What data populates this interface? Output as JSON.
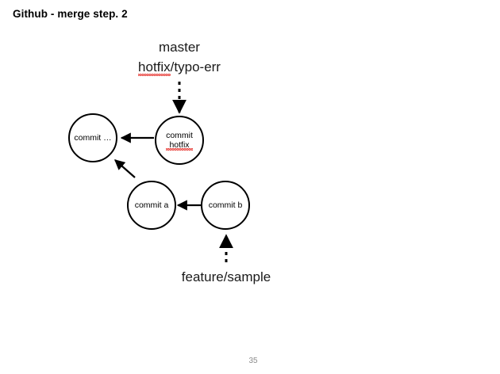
{
  "slide": {
    "title": "Github - merge step. 2",
    "page_number": "35",
    "background_color": "#ffffff",
    "text_color": "#000000",
    "page_number_color": "#8c8c8c",
    "spellcheck_underline_color": "#e8403a"
  },
  "labels": {
    "master": "master",
    "hotfix_branch_prefix": "hotfix",
    "hotfix_branch_suffix": "/typo-err",
    "feature_branch": "feature/sample"
  },
  "nodes": [
    {
      "id": "commit-ellipsis",
      "line1": "commit …",
      "line2": ""
    },
    {
      "id": "commit-hotfix",
      "line1": "commit",
      "line2": "hotfix"
    },
    {
      "id": "commit-a",
      "line1": "commit a",
      "line2": ""
    },
    {
      "id": "commit-b",
      "line1": "commit b",
      "line2": ""
    }
  ],
  "edges": [
    {
      "id": "master-to-commit-hotfix",
      "style": "dashed",
      "from": "master/hotfix label",
      "to": "commit hotfix"
    },
    {
      "id": "commit-hotfix-to-commit-ellipsis",
      "style": "solid",
      "from": "commit hotfix",
      "to": "commit …"
    },
    {
      "id": "commit-a-to-commit-ellipsis",
      "style": "solid",
      "from": "commit a",
      "to": "commit …"
    },
    {
      "id": "commit-b-to-commit-a",
      "style": "solid",
      "from": "commit b",
      "to": "commit a"
    },
    {
      "id": "feature-to-commit-b",
      "style": "dashed",
      "from": "feature/sample label",
      "to": "commit b"
    }
  ]
}
